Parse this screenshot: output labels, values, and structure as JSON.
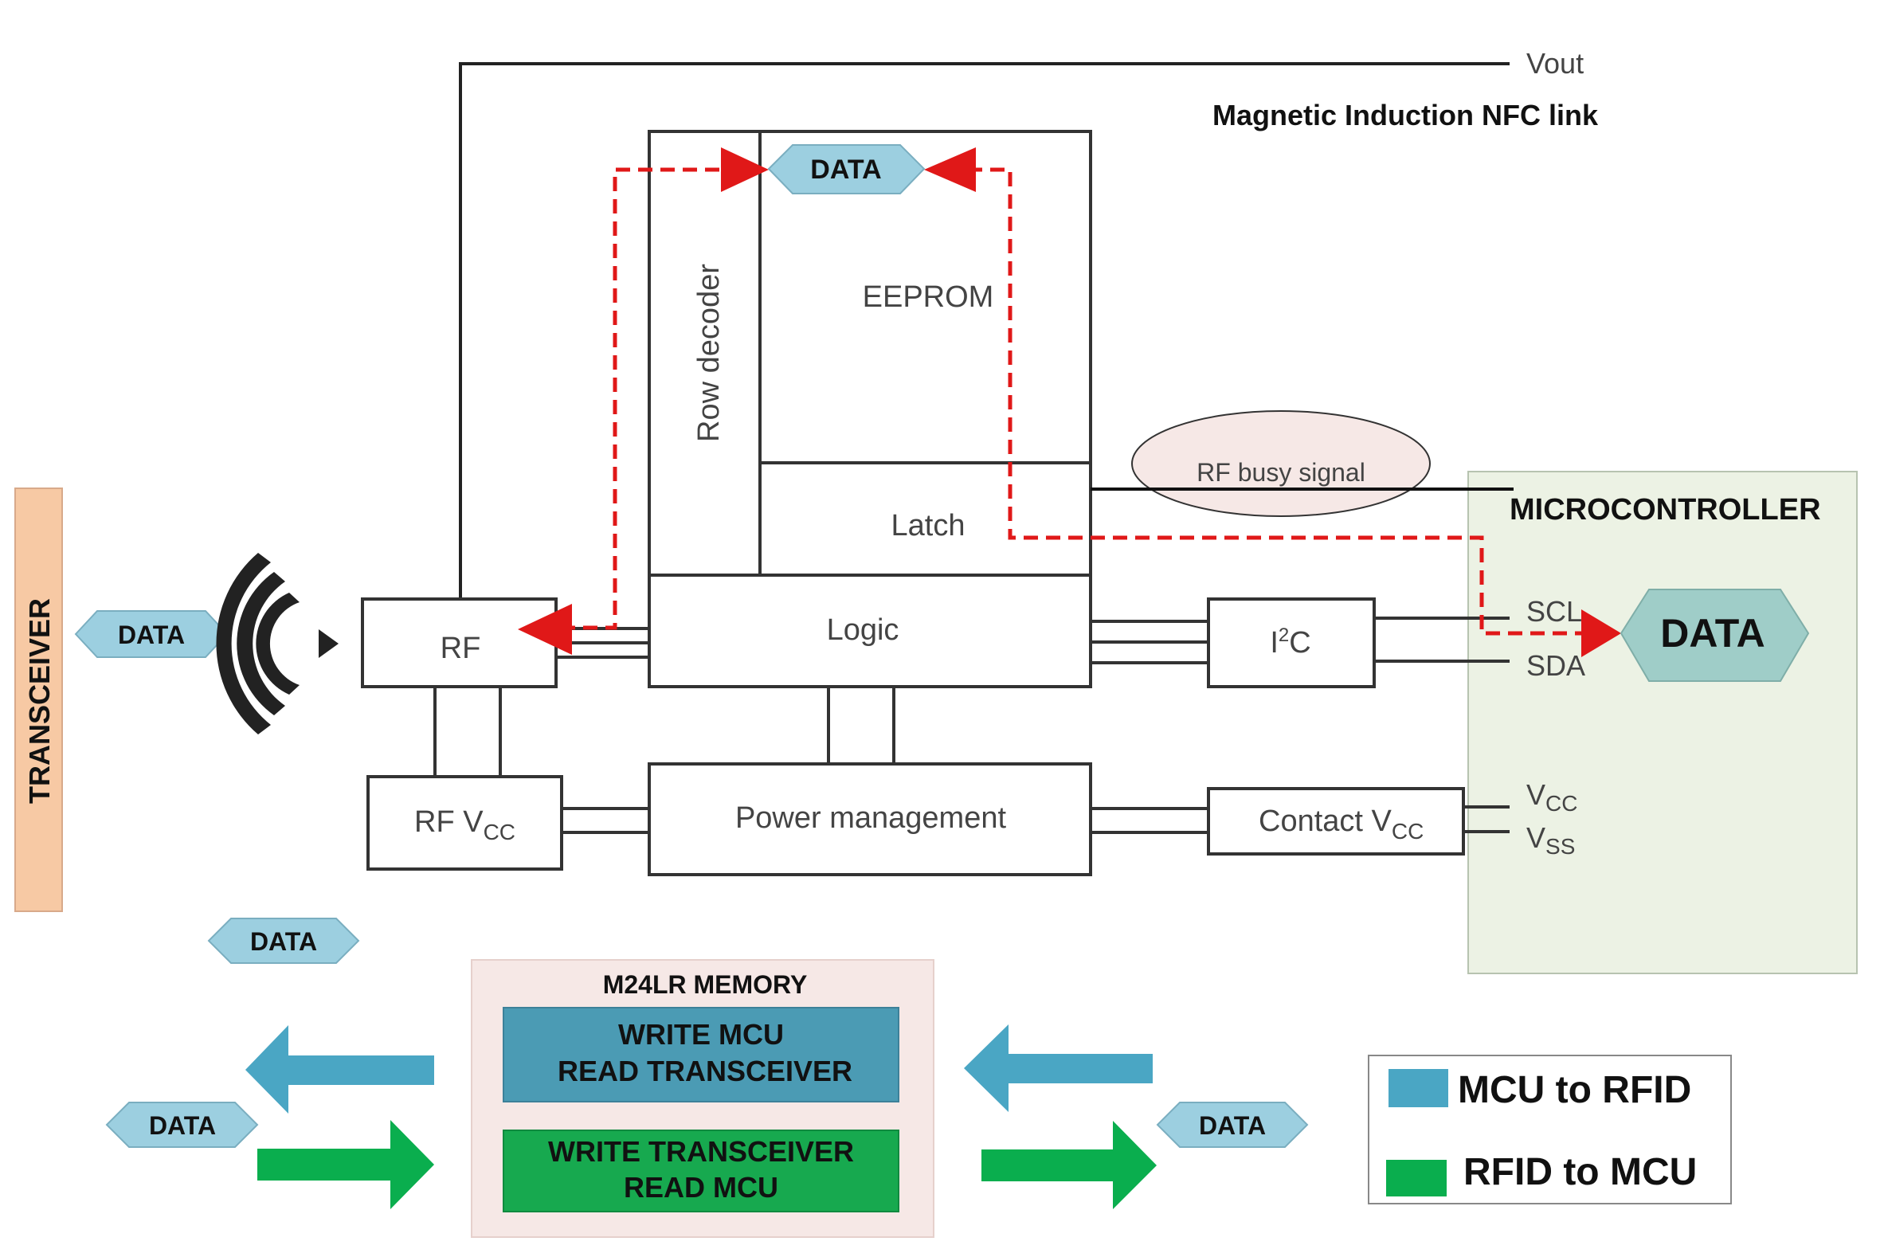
{
  "top": {
    "vout": "Vout",
    "link_label": "Magnetic Induction NFC link"
  },
  "blocks": {
    "eeprom": "EEPROM",
    "row_decoder": "Row decoder",
    "latch": "Latch",
    "logic": "Logic",
    "rf": "RF",
    "rf_vcc_main": "RF V",
    "rf_vcc_sub": "CC",
    "power": "Power management",
    "i2c_main": "I",
    "i2c_sup": "2",
    "i2c_tail": "C",
    "contact_vcc_main": "Contact V",
    "contact_vcc_sub": "CC",
    "rf_busy": "RF busy signal"
  },
  "microcontroller": {
    "title": "MICROCONTROLLER",
    "scl": "SCL",
    "sda": "SDA",
    "vcc_main": "V",
    "vcc_sub": "CC",
    "vss_main": "V",
    "vss_sub": "SS",
    "data": "DATA"
  },
  "transceiver": {
    "title": "TRANSCEIVER",
    "data": "DATA"
  },
  "data_tags": {
    "eeprom_data": "DATA",
    "left_mid": "DATA",
    "left_bottom": "DATA",
    "right_bottom": "DATA"
  },
  "memory": {
    "title": "M24LR MEMORY",
    "write_mcu_line1": "WRITE MCU",
    "write_mcu_line2": "READ TRANSCEIVER",
    "write_trx_line1": "WRITE TRANSCEIVER",
    "write_trx_line2": "READ MCU"
  },
  "legend": {
    "mcu_to_rfid": "MCU  to RFID",
    "rfid_to_mcu": "RFID to MCU"
  },
  "colors": {
    "blue": "#4aa6c4",
    "green": "#0aae4e",
    "red_path": "#e01818",
    "tag_fill": "#9ccfe0",
    "mcu_panel": "#ecf2e4",
    "transceiver_bar": "#f7c9a4",
    "memory_panel": "#f6e8e6"
  }
}
